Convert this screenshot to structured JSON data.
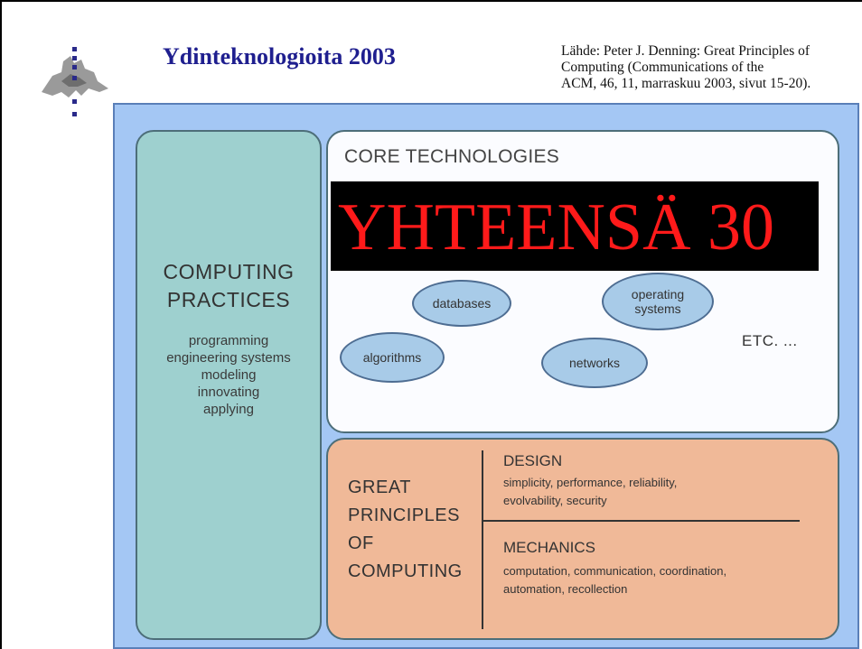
{
  "slide": {
    "title": "Ydinteknologioita 2003",
    "source_lines": [
      "Lähde: Peter J. Denning: Great Principles of",
      "Computing (Communications of the",
      "ACM, 46, 11, marraskuu 2003, sivut 15-20)."
    ]
  },
  "logo": {
    "icon": "university-helsinki-logo-icon"
  },
  "diagram": {
    "practices": {
      "title_lines": [
        "COMPUTING",
        "PRACTICES"
      ],
      "items": [
        "programming",
        "engineering systems",
        "modeling",
        "innovating",
        "applying"
      ]
    },
    "core": {
      "title": "CORE TECHNOLOGIES",
      "overlay_text": "YHTEENSÄ 30",
      "bubbles": [
        {
          "label": "databases"
        },
        {
          "label": "operating systems"
        },
        {
          "label": "algorithms"
        },
        {
          "label": "networks"
        }
      ],
      "etc": "ETC. ..."
    },
    "principles": {
      "title_lines": [
        "GREAT",
        "PRINCIPLES",
        "OF",
        "COMPUTING"
      ],
      "design": {
        "title": "DESIGN",
        "text_lines": [
          "simplicity, performance, reliability,",
          "evolvability, security"
        ]
      },
      "mechanics": {
        "title": "MECHANICS",
        "text_lines": [
          "computation, communication, coordination,",
          "automation, recollection"
        ]
      }
    }
  },
  "colors": {
    "title": "#1f1f8f",
    "diagram_bg": "#a4c7f4",
    "practices_bg": "#9ed0cf",
    "principles_bg": "#f0b998",
    "bubble_bg": "#a8cbe8",
    "overlay_bg": "#000000",
    "overlay_text": "#ff1a1a"
  }
}
